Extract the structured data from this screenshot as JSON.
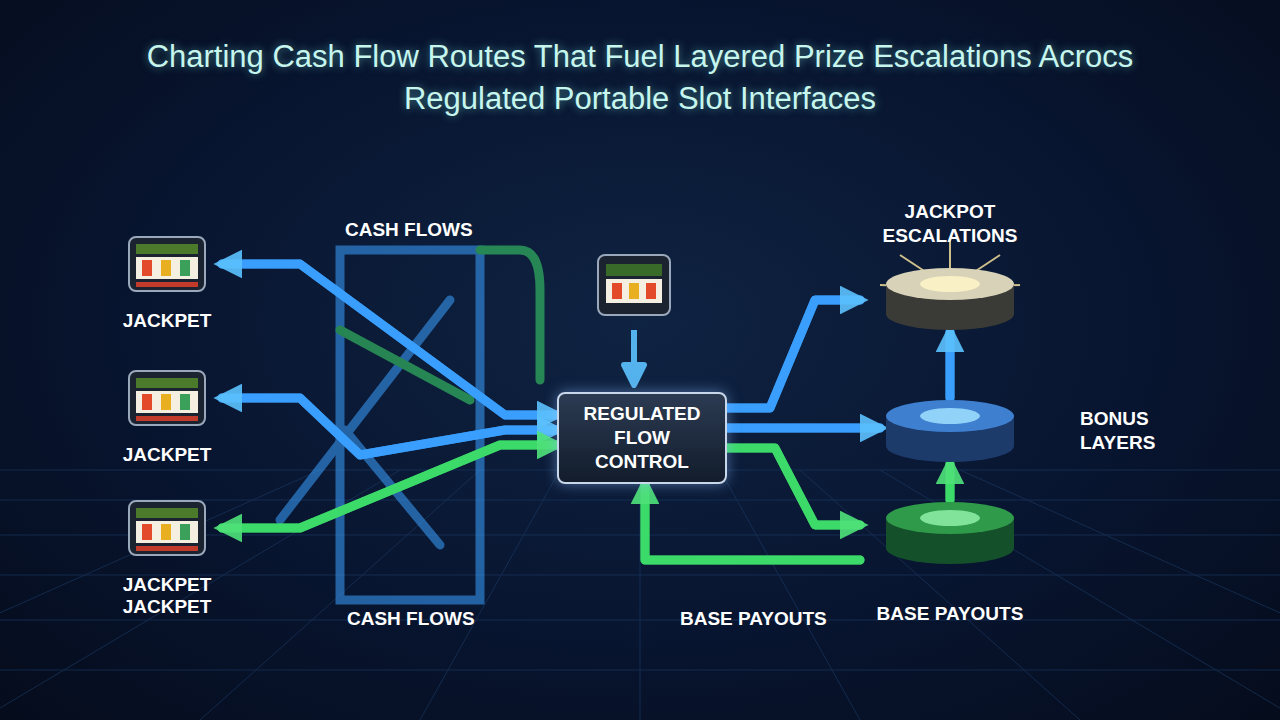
{
  "diagram": {
    "title": "Charting Cash Flow Routes That Fuel Layered Prize Escalations Acrocs Regulated Portable Slot Interfaces",
    "nodes": [
      {
        "text": [
          "JACKPET"
        ]
      },
      {
        "text": [
          "JACKPET"
        ]
      },
      {
        "text": [
          "JACKPET JACKPET"
        ]
      },
      {
        "text": [
          "REGULATED FLOW CONTROL"
        ]
      },
      {
        "text": [
          "JACKPOT ESCALATIONS"
        ]
      },
      {
        "text": [
          "BONUS LAYERS"
        ]
      },
      {
        "text": [
          "BASE PAYOUTS"
        ]
      }
    ],
    "edges": [
      {
        "from": 0,
        "to": 3,
        "arrow": "both"
      },
      {
        "from": 1,
        "to": 3,
        "arrow": "both"
      },
      {
        "from": 2,
        "to": 3,
        "arrow": "both"
      },
      {
        "from": 3,
        "to": 4,
        "arrow": "to"
      },
      {
        "from": 3,
        "to": 5,
        "arrow": "to"
      },
      {
        "from": 3,
        "to": 6,
        "arrow": "to"
      },
      {
        "from": 6,
        "to": 5,
        "arrow": "to"
      },
      {
        "from": 5,
        "to": 4,
        "arrow": "to"
      },
      {
        "from": 6,
        "to": 3,
        "arrow": "to"
      }
    ],
    "labels": [
      "CASH FLOWS",
      "CASH FLOWS",
      "BASE PAYOUTS"
    ]
  }
}
